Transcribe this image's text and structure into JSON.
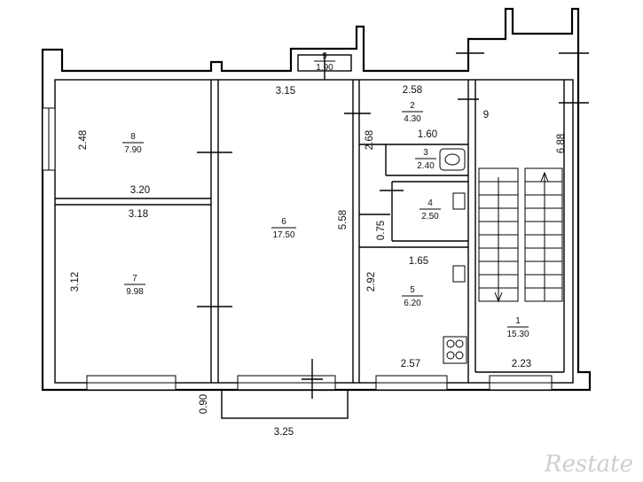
{
  "rooms": [
    {
      "id": "r1",
      "number": "1",
      "area": "15.30"
    },
    {
      "id": "r2",
      "number": "2",
      "area": "4.30"
    },
    {
      "id": "r3",
      "number": "3",
      "area": "2.40"
    },
    {
      "id": "r4",
      "number": "4",
      "area": "2.50"
    },
    {
      "id": "r5",
      "number": "5",
      "area": "6.20"
    },
    {
      "id": "r6",
      "number": "6",
      "area": "17.50"
    },
    {
      "id": "r7",
      "number": "7",
      "area": "9.98"
    },
    {
      "id": "r8",
      "number": "8",
      "area": "7.90"
    },
    {
      "id": "r9",
      "number": "9",
      "area": "1.90"
    }
  ],
  "dimensions": {
    "d_315": "3.15",
    "d_258": "2.58",
    "d_248": "2.48",
    "d_320": "3.20",
    "d_318": "3.18",
    "d_312": "3.12",
    "d_558": "5.58",
    "d_268": "2.68",
    "d_160": "1.60",
    "d_9": "9",
    "d_688": "6.88",
    "d_075": "0.75",
    "d_165": "1.65",
    "d_292": "2.92",
    "d_257": "2.57",
    "d_223": "2.23",
    "d_090": "0.90",
    "d_325": "3.25"
  },
  "watermark": "Restate"
}
